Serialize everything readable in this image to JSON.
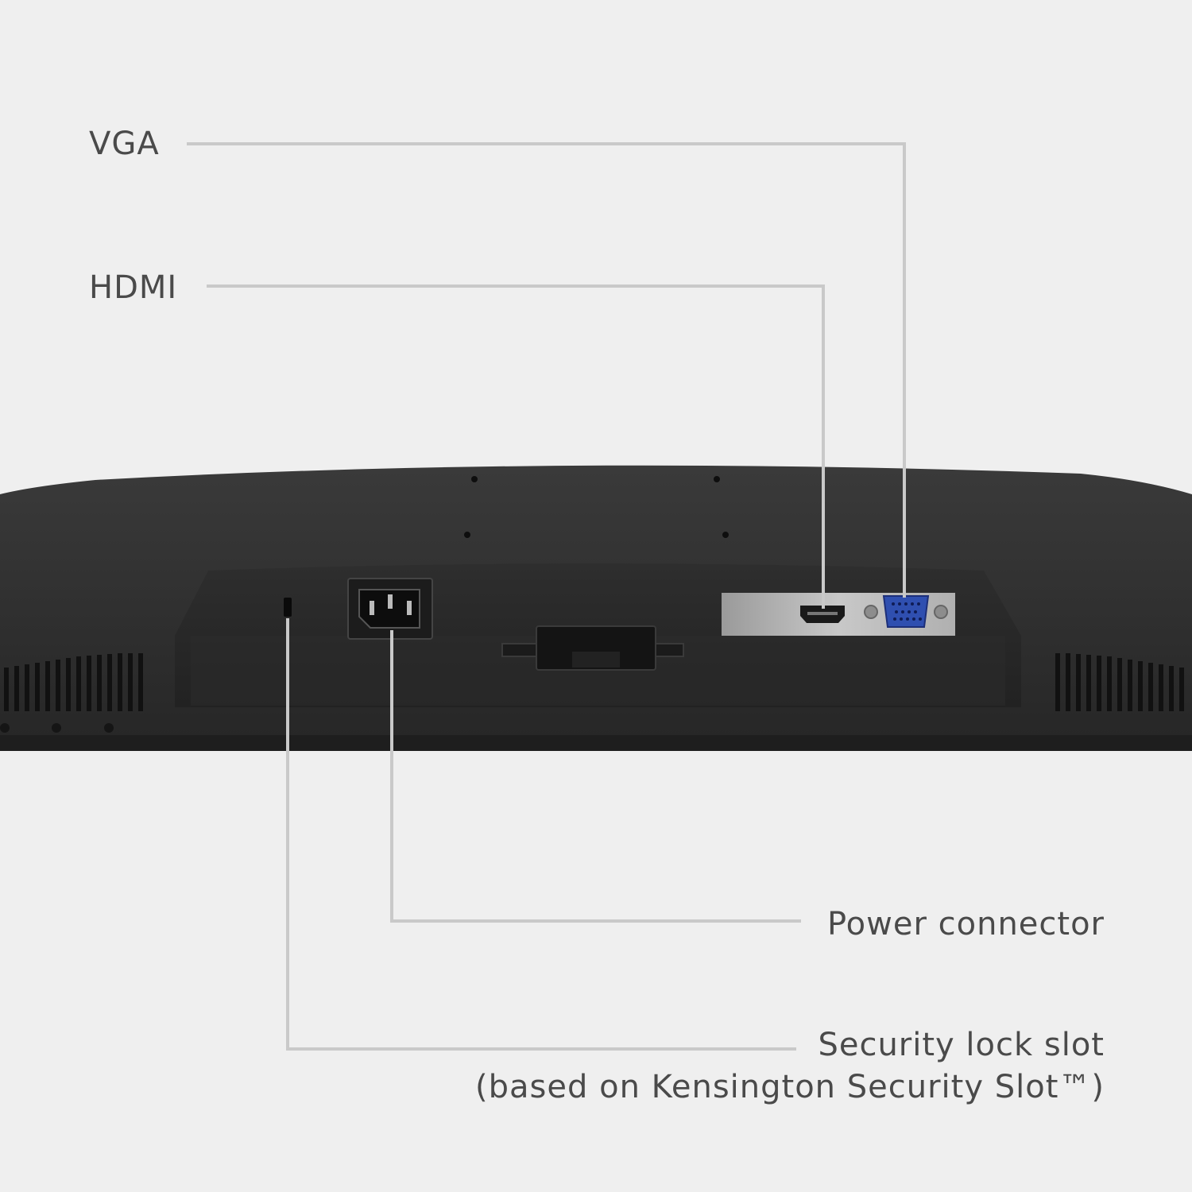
{
  "callouts": {
    "vga": "VGA",
    "hdmi": "HDMI",
    "power": "Power connector",
    "security_line1": "Security lock slot",
    "security_line2": "(based on Kensington Security Slot™)"
  },
  "colors": {
    "background": "#efefef",
    "leader_line": "#c9c9c9",
    "monitor_body": "#2d2d2d",
    "port_panel": "#bdbdbd",
    "vga_port": "#2f4fb0",
    "label_text": "#4a4a4a"
  },
  "icons": [
    "monitor-back-illustration",
    "hdmi-port-icon",
    "vga-port-icon",
    "power-socket-icon",
    "security-slot-icon"
  ]
}
